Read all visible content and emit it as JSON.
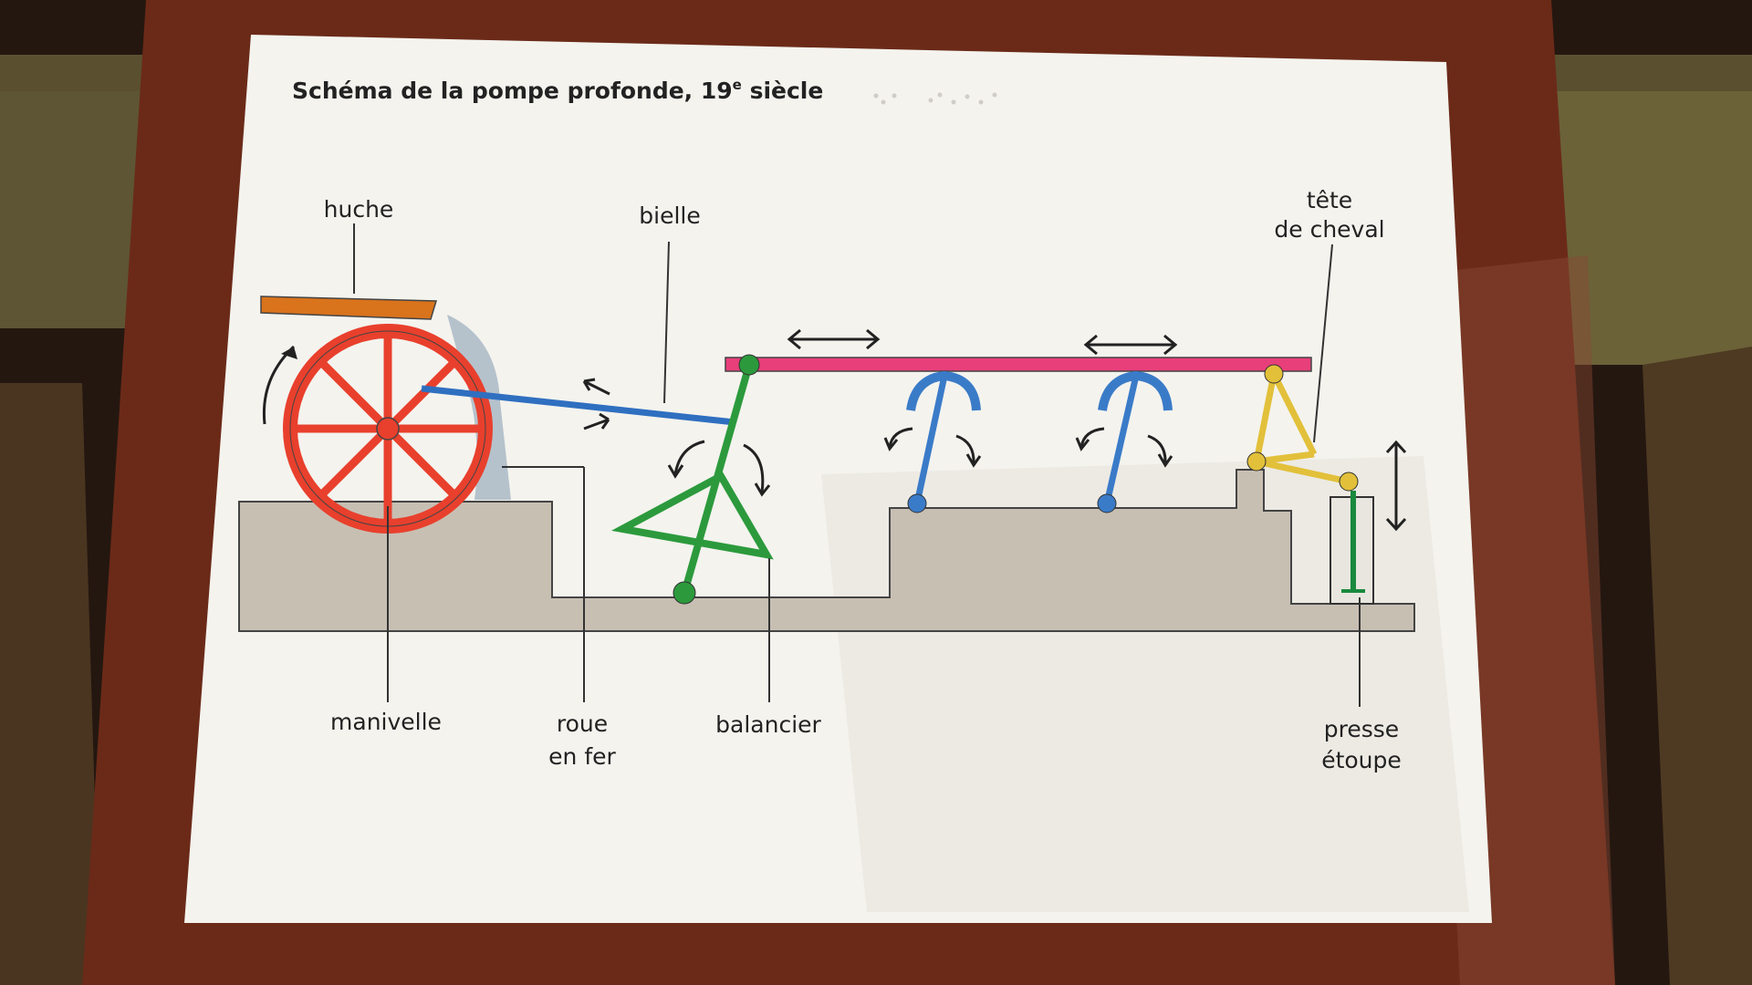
{
  "title": {
    "main": "Schéma de la pompe profonde, 19",
    "sup": "e",
    "end": " siècle"
  },
  "labels": {
    "huche": "huche",
    "bielle": "bielle",
    "tete_line1": "tête",
    "tete_line2": "de cheval",
    "manivelle": "manivelle",
    "roue_line1": "roue",
    "roue_line2": "en fer",
    "balancier": "balancier",
    "presse_line1": "presse",
    "presse_line2": "étoupe"
  },
  "colors": {
    "huche": "#d9731c",
    "roue": "#e8402d",
    "bielle": "#2f6fc0",
    "balancier": "#2c9a3c",
    "tige": "#e83f7a",
    "levier": "#3a7bc8",
    "tete_de_cheval": "#e2c03a",
    "presse_etoupe": "#1a8a3e",
    "masonry": "#c8bfb3",
    "water": "#a9b8c6",
    "board": "#6b2a18",
    "card": "#f4f3ee"
  }
}
